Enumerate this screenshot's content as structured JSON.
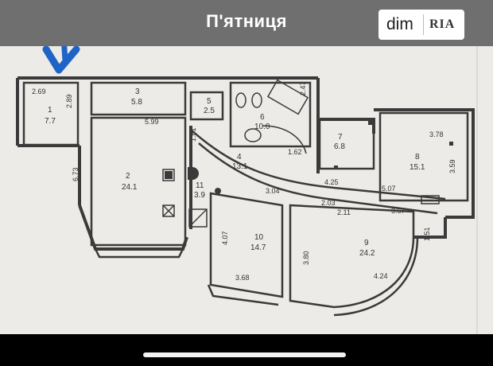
{
  "header": {
    "title": "П'ятниця"
  },
  "logo": {
    "left": "dim",
    "right": "RIA"
  },
  "colors": {
    "header_bg": "#6f6f6f",
    "plan_bg": "#ecebe7",
    "arrow": "#1e63c6",
    "wall": "#3a3a3a"
  },
  "arrow_icon": "down-arrow-icon",
  "dimensions": [
    "2.69",
    "2.89",
    "5.99",
    "1.61",
    "2.47",
    "1.62",
    "6.73",
    "4.25",
    "3.04",
    "2.03",
    "2.11",
    "5.07",
    "3.67",
    "3.78",
    "3.59",
    "4.07",
    "3.68",
    "3.80",
    "1.51",
    "4.24"
  ],
  "rooms": [
    {
      "no": "1",
      "area": "7.7"
    },
    {
      "no": "3",
      "area": "5.8"
    },
    {
      "no": "5",
      "area": "2.5"
    },
    {
      "no": "6",
      "area": "10.0"
    },
    {
      "no": "7",
      "area": "6.8"
    },
    {
      "no": "8",
      "area": "15.1"
    },
    {
      "no": "4",
      "area": "13.1"
    },
    {
      "no": "2",
      "area": "24.1"
    },
    {
      "no": "11",
      "area": "3.9"
    },
    {
      "no": "10",
      "area": "14.7"
    },
    {
      "no": "9",
      "area": "24.2"
    }
  ]
}
